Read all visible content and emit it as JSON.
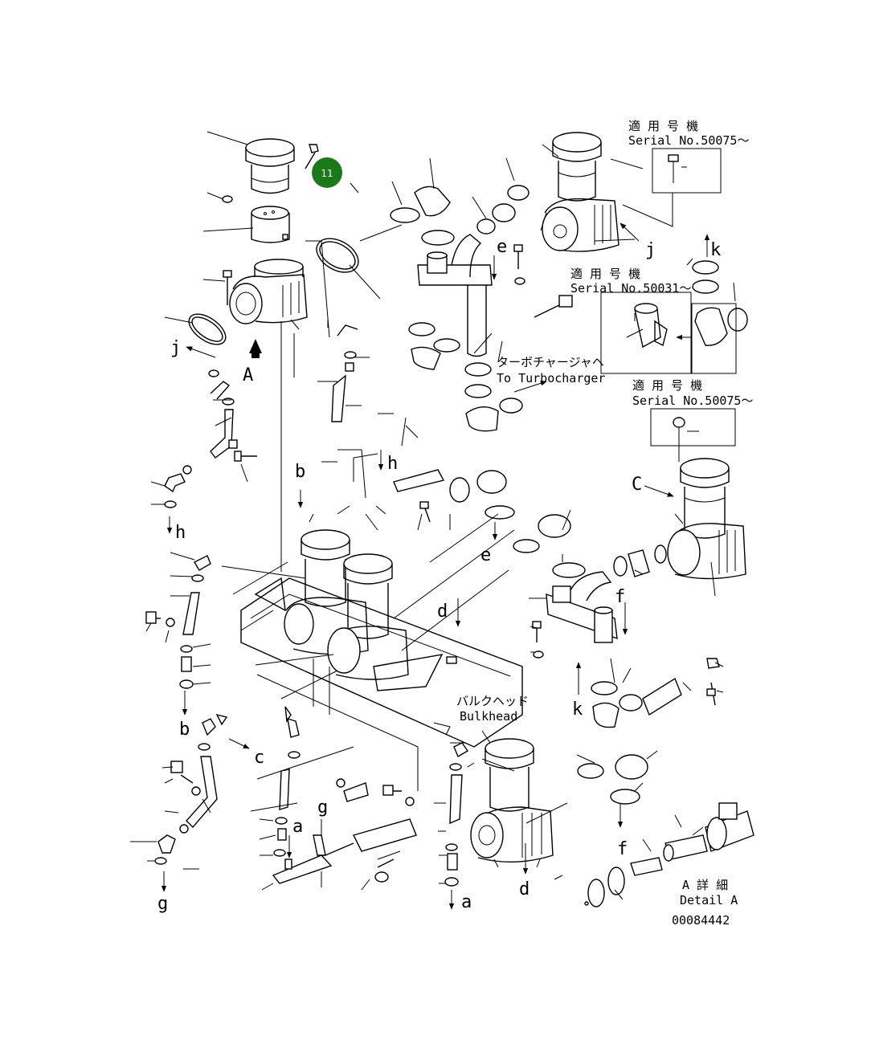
{
  "diagram": {
    "callout_number": "11",
    "callout_color": "#1a7a1a",
    "serial_notes": [
      {
        "jp": "適 用 号 機",
        "en": "Serial No.50075～"
      },
      {
        "jp": "適 用 号 機",
        "en": "Serial No.50031～"
      },
      {
        "jp": "適 用 号 機",
        "en": "Serial No.50075～"
      }
    ],
    "turbo_note": {
      "jp": "ターボチャージャヘ",
      "en": "To Turbocharger"
    },
    "bulkhead_note": {
      "jp": "バルクヘッド",
      "en": "Bulkhead"
    },
    "detail_note": {
      "jp": "A 詳 細",
      "en": "Detail A"
    },
    "drawing_number": "00084442",
    "letters": {
      "A": "A",
      "C": "C",
      "a": "a",
      "b": "b",
      "c": "c",
      "d": "d",
      "e": "e",
      "f": "f",
      "g": "g",
      "h": "h",
      "j": "j",
      "k": "k"
    }
  }
}
